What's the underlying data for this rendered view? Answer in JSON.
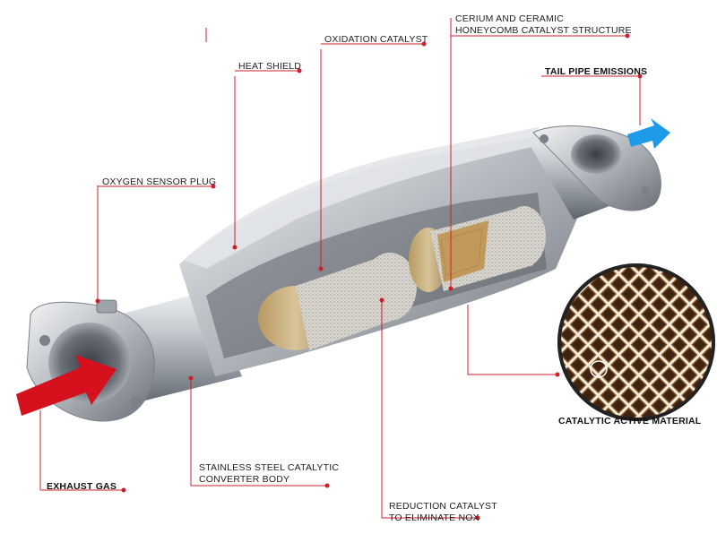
{
  "labels": {
    "cerium_line1": "CERIUM AND CERAMIC",
    "cerium_line2": "HONEYCOMB CATALYST STRUCTURE",
    "oxidation": "OXIDATION CATALYST",
    "heat_shield": "HEAT SHIELD",
    "tail_pipe": "TAIL PIPE EMISSIONS",
    "oxygen_sensor": "OXYGEN SENSOR PLUG",
    "catalytic_active": "CATALYTIC ACTIVE MATERIAL",
    "body_line1": "STAINLESS STEEL CATALYTIC",
    "body_line2": "CONVERTER BODY",
    "exhaust": "EXHAUST GAS",
    "reduction_line1": "REDUCTION CATALYST",
    "reduction_line2": "TO ELIMINATE NOX"
  },
  "colors": {
    "leader": "#cc1f2a",
    "inlet_arrow": "#d4111c",
    "outlet_arrow": "#1e9be8",
    "steel": "#b8bcc2",
    "ceramic": "#c9b48a"
  }
}
